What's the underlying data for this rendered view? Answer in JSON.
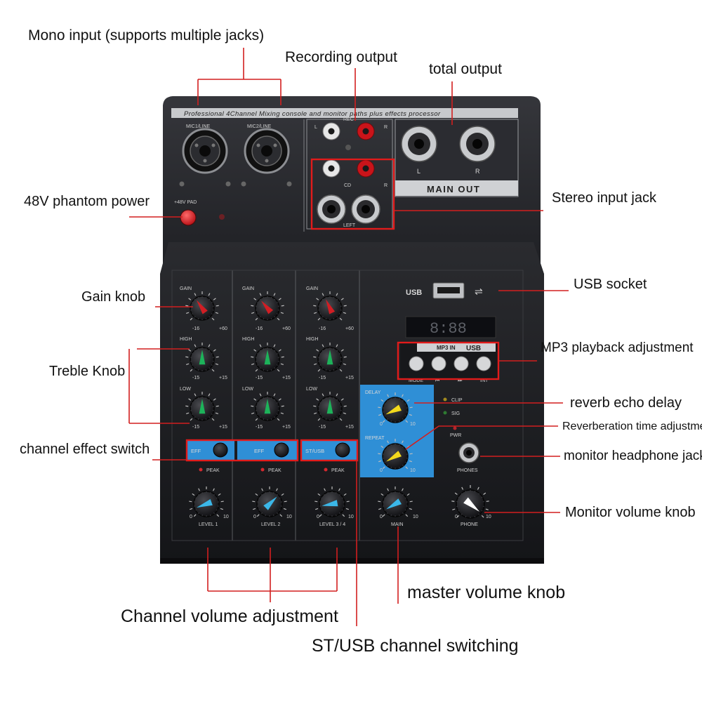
{
  "device": {
    "top_banner": "Professional 4Channel Mixing console and monitor paths plus effects processor",
    "mic1_label": "MIC1/LINE",
    "mic2_label": "MIC2/LINE",
    "rec_label": "REC",
    "cd_label": "CD",
    "left_label": "LEFT",
    "rca_l": "L",
    "rca_r": "R",
    "main_out_l": "L",
    "main_out_r": "R",
    "main_out_label": "MAIN OUT",
    "phantom_label": "+48V PAD",
    "usb_label": "USB",
    "mp3_label": "MP3 IN",
    "mp3_usb": "USB",
    "mp3_buttons": [
      "MODE",
      "⏮",
      "⏭",
      "INT"
    ],
    "display_text": "8:88",
    "gain_label": "GAIN",
    "high_label": "HIGH",
    "low_label": "LOW",
    "gain_min": "-16",
    "gain_max": "+60",
    "eq_min": "-15",
    "eq_max": "+15",
    "eff_label": "EFF",
    "st_usb_label": "ST/USB",
    "peak_label": "PEAK",
    "level_labels": [
      "LEVEL 1",
      "LEVEL 2",
      "LEVEL 3 / 4"
    ],
    "main_label": "MAIN",
    "phone_label": "PHONE",
    "phones_label": "PHONES",
    "delay_label": "DELAY",
    "repeat_label": "REPEAT",
    "pwr_label": "PWR",
    "led_labels": [
      "CLIP",
      "SIG"
    ],
    "knob_min": "0",
    "knob_max": "10"
  },
  "annotations": {
    "mono_input": "Mono input (supports multiple jacks)",
    "recording_output": "Recording output",
    "total_output": "total output",
    "phantom_power": "48V phantom power",
    "stereo_input": "Stereo input jack",
    "usb_socket": "USB socket",
    "gain_knob": "Gain knob",
    "mp3_playback": "MP3 playback adjustment",
    "treble_knob": "Treble Knob",
    "reverb_echo_delay": "reverb echo delay",
    "reverberation_time": "Reverberation time adjustment",
    "channel_effect_switch": "channel effect switch",
    "monitor_headphone_jack": "monitor headphone jack",
    "monitor_volume_knob": "Monitor volume knob",
    "master_volume_knob": "master volume knob",
    "channel_volume": "Channel volume adjustment",
    "st_usb_switching": "ST/USB channel switching"
  },
  "colors": {
    "annotation": "#d21f1f",
    "panel": "#1b1c1f",
    "blue_strip": "#2f8fd6",
    "gain_pointer": "#d11e24",
    "eq_pointer": "#1db35a",
    "level_pointer": "#3bb7e8",
    "fx_pointer": "#f3d91c"
  }
}
